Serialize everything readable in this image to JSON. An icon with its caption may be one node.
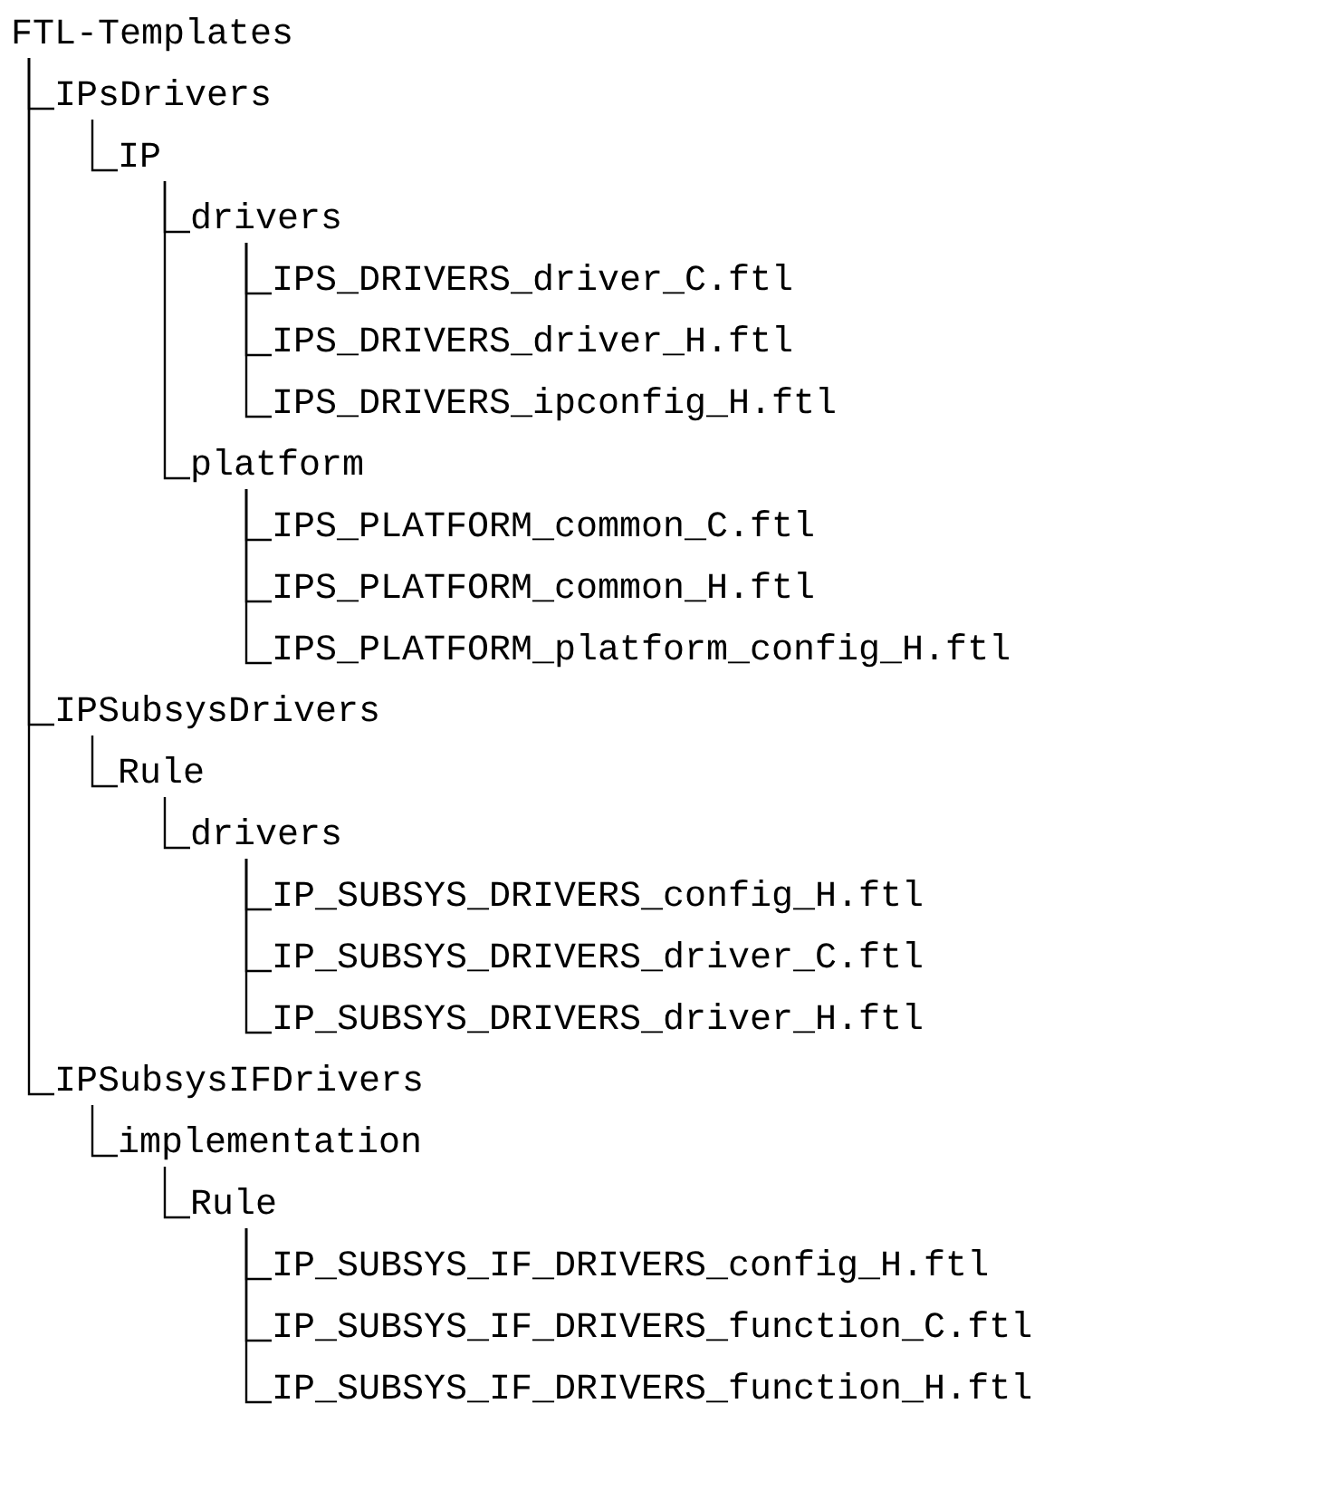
{
  "diagram": {
    "nodes": [
      {
        "text": [
          "FTL-Templates"
        ]
      },
      {
        "text": [
          "IPsDrivers"
        ]
      },
      {
        "text": [
          "IP"
        ]
      },
      {
        "text": [
          "drivers"
        ]
      },
      {
        "text": [
          "IPS_DRIVERS_driver_C.ftl"
        ]
      },
      {
        "text": [
          "IPS_DRIVERS_driver_H.ftl"
        ]
      },
      {
        "text": [
          "IPS_DRIVERS_ipconfig_H.ftl"
        ]
      },
      {
        "text": [
          "platform"
        ]
      },
      {
        "text": [
          "IPS_PLATFORM_common_C.ftl"
        ]
      },
      {
        "text": [
          "IPS_PLATFORM_common_H.ftl"
        ]
      },
      {
        "text": [
          "IPS_PLATFORM_platform_config_H.ftl"
        ]
      },
      {
        "text": [
          "IPSubsysDrivers"
        ]
      },
      {
        "text": [
          "Rule"
        ]
      },
      {
        "text": [
          "drivers"
        ]
      },
      {
        "text": [
          "IP_SUBSYS_DRIVERS_config_H.ftl"
        ]
      },
      {
        "text": [
          "IP_SUBSYS_DRIVERS_driver_C.ftl"
        ]
      },
      {
        "text": [
          "IP_SUBSYS_DRIVERS_driver_H.ftl"
        ]
      },
      {
        "text": [
          "IPSubsysIFDrivers"
        ]
      },
      {
        "text": [
          "implementation"
        ]
      },
      {
        "text": [
          "Rule"
        ]
      },
      {
        "text": [
          "IP_SUBSYS_IF_DRIVERS_config_H.ftl"
        ]
      },
      {
        "text": [
          "IP_SUBSYS_IF_DRIVERS_function_C.ftl"
        ]
      },
      {
        "text": [
          "IP_SUBSYS_IF_DRIVERS_function_H.ftl"
        ]
      }
    ],
    "edges": [
      {
        "from": 0,
        "to": 1,
        "arrow": "none"
      },
      {
        "from": 1,
        "to": 2,
        "arrow": "none"
      },
      {
        "from": 2,
        "to": 3,
        "arrow": "none"
      },
      {
        "from": 3,
        "to": 4,
        "arrow": "none"
      },
      {
        "from": 3,
        "to": 5,
        "arrow": "none"
      },
      {
        "from": 3,
        "to": 6,
        "arrow": "none"
      },
      {
        "from": 2,
        "to": 7,
        "arrow": "none"
      },
      {
        "from": 7,
        "to": 8,
        "arrow": "none"
      },
      {
        "from": 7,
        "to": 9,
        "arrow": "none"
      },
      {
        "from": 7,
        "to": 10,
        "arrow": "none"
      },
      {
        "from": 0,
        "to": 11,
        "arrow": "none"
      },
      {
        "from": 11,
        "to": 12,
        "arrow": "none"
      },
      {
        "from": 12,
        "to": 13,
        "arrow": "none"
      },
      {
        "from": 13,
        "to": 14,
        "arrow": "none"
      },
      {
        "from": 13,
        "to": 15,
        "arrow": "none"
      },
      {
        "from": 13,
        "to": 16,
        "arrow": "none"
      },
      {
        "from": 0,
        "to": 17,
        "arrow": "none"
      },
      {
        "from": 17,
        "to": 18,
        "arrow": "none"
      },
      {
        "from": 18,
        "to": 19,
        "arrow": "none"
      },
      {
        "from": 19,
        "to": 20,
        "arrow": "none"
      },
      {
        "from": 19,
        "to": 21,
        "arrow": "none"
      },
      {
        "from": 19,
        "to": 22,
        "arrow": "none"
      }
    ]
  }
}
